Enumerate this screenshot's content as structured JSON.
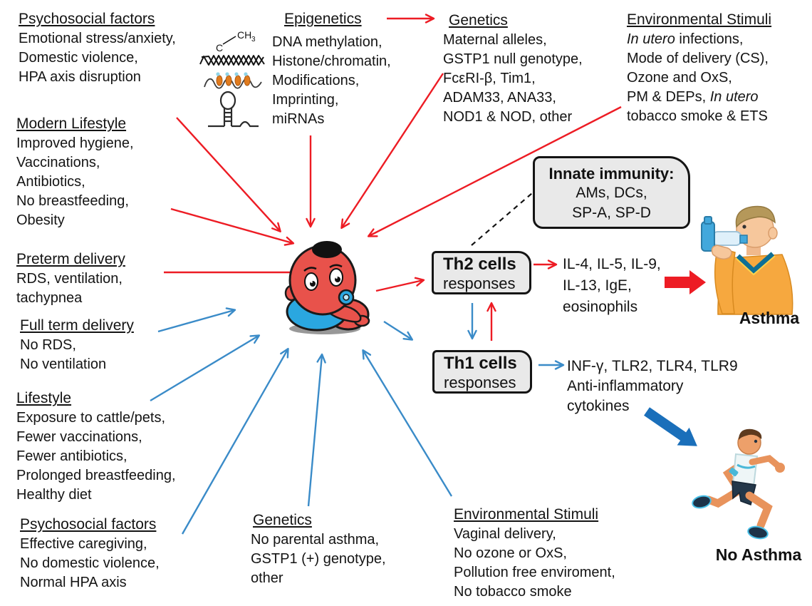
{
  "blocks": {
    "psychosocial_top": {
      "heading": "Psychosocial factors",
      "lines": [
        "Emotional stress/anxiety,",
        "Domestic violence,",
        "HPA axis disruption"
      ]
    },
    "modern_lifestyle": {
      "heading": "Modern Lifestyle",
      "lines": [
        "Improved hygiene,",
        "Vaccinations,",
        "Antibiotics,",
        "No breastfeeding,",
        "Obesity"
      ]
    },
    "preterm_delivery": {
      "heading": "Preterm delivery",
      "lines": [
        "RDS, ventilation,",
        "tachypnea"
      ]
    },
    "full_term_delivery": {
      "heading": "Full term delivery",
      "lines": [
        "No RDS,",
        "No ventilation"
      ]
    },
    "lifestyle": {
      "heading": "Lifestyle",
      "lines": [
        "Exposure to cattle/pets,",
        "Fewer vaccinations,",
        "Fewer antibiotics,",
        "Prolonged breastfeeding,",
        "Healthy diet"
      ]
    },
    "psychosocial_bottom": {
      "heading": "Psychosocial factors",
      "lines": [
        "Effective caregiving,",
        "No domestic violence,",
        "Normal HPA axis"
      ]
    },
    "epigenetics": {
      "heading": "Epigenetics",
      "lines": [
        "DNA methylation,",
        "Histone/chromatin,",
        "Modifications,",
        "Imprinting,",
        "miRNAs"
      ]
    },
    "genetics_top": {
      "heading": "Genetics",
      "lines": [
        "Maternal alleles,",
        "GSTP1 null genotype,",
        "FcεRI-β, Tim1,",
        "ADAM33, ANA33,",
        "NOD1 & NOD, other"
      ]
    },
    "environmental_top": {
      "heading": "Environmental Stimuli",
      "line1": {
        "italic": "In utero",
        "rest": " infections,"
      },
      "line2": "Mode of delivery (CS),",
      "line3": "Ozone and OxS,",
      "line4": {
        "plain": "PM & DEPs, ",
        "italic": "In utero"
      },
      "line5": "tobacco smoke & ETS"
    },
    "genetics_bottom": {
      "heading": "Genetics",
      "lines": [
        "No parental asthma,",
        "GSTP1 (+) genotype,",
        "other"
      ]
    },
    "environmental_bottom": {
      "heading": "Environmental Stimuli",
      "lines": [
        "Vaginal delivery,",
        "No ozone or OxS,",
        "Pollution free enviroment,",
        "No tobacco smoke"
      ]
    }
  },
  "immune": {
    "innate": {
      "heading": "Innate immunity:",
      "lines": [
        "AMs, DCs,",
        "SP-A, SP-D"
      ]
    },
    "th2": {
      "title": "Th2 cells",
      "subtitle": "responses"
    },
    "th1": {
      "title": "Th1 cells",
      "subtitle": "responses"
    },
    "th2_mediators": [
      "IL-4, IL-5, IL-9,",
      "IL-13, IgE,",
      "eosinophils"
    ],
    "th1_mediators": [
      "INF-γ, TLR2, TLR4, TLR9",
      "Anti-inflammatory",
      "cytokines"
    ]
  },
  "outcomes": {
    "asthma": "Asthma",
    "no_asthma": "No Asthma"
  },
  "epigenetics_icon_text": {
    "c": "C",
    "ch": "CH",
    "sub3": "3"
  },
  "colors": {
    "risk_red": "#ed1c24",
    "protective_blue": "#3a8bc8",
    "outcome_arrow_red": "#ed1c24",
    "outcome_arrow_blue": "#1a6fba",
    "box_fill": "#e9e9e9",
    "box_border": "#141414"
  }
}
